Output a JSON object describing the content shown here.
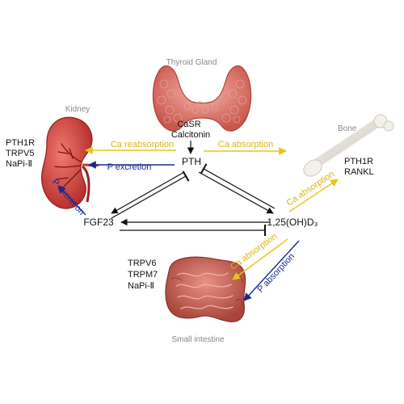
{
  "organs": {
    "thyroid": {
      "label": "Thyroid Gland"
    },
    "kidney": {
      "label": "Kidney"
    },
    "bone": {
      "label": "Bone"
    },
    "intestine": {
      "label": "Small intestine"
    }
  },
  "markers": {
    "thyroid": [
      "CaSR",
      "Calcitonin"
    ],
    "kidney": [
      "PTH1R",
      "TRPV5",
      "NaPi-Ⅱ"
    ],
    "bone": [
      "PTH1R",
      "RANKL"
    ],
    "intestine": [
      "TRPV6",
      "TRPM7",
      "NaPi-Ⅱ"
    ]
  },
  "hormones": {
    "pth": "PTH",
    "fgf23": "FGF23",
    "vitd": "1,25(OH)D₃"
  },
  "arrows": {
    "ca_reabsorption": "Ca reabsorption",
    "p_excretion_top": "P excretion",
    "p_excretion_side": "P excretion",
    "ca_absorption_bone_top": "Ca absorption",
    "ca_absorption_bone_diag": "Ca absorption",
    "ca_absorption_intestine": "Ca absorption",
    "p_absorption": "P absorption"
  },
  "colors": {
    "calcium": "#e6c619",
    "phosphate": "#1a2a8c",
    "regulation": "#111111",
    "organ_red": "#d9534f",
    "muted_label": "#888888"
  }
}
